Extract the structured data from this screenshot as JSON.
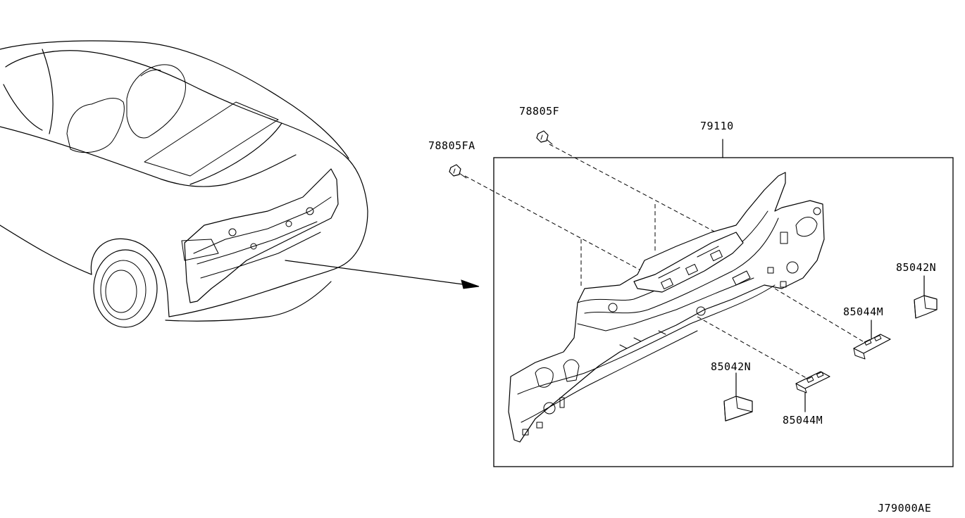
{
  "labels": {
    "clip_upper": "78805F",
    "clip_left": "78805FA",
    "panel": "79110",
    "bracket_right_top": "85042N",
    "bracket_right_mid": "85044M",
    "bracket_center": "85042N",
    "bracket_center_bottom": "85044M",
    "diagram_code": "J79000AE"
  },
  "icons": {
    "vehicle": "vehicle-rear-view-icon",
    "arrow": "callout-arrow-icon",
    "panel": "rear-panel-icon",
    "clip": "clip-icon",
    "bracket": "bracket-icon"
  }
}
